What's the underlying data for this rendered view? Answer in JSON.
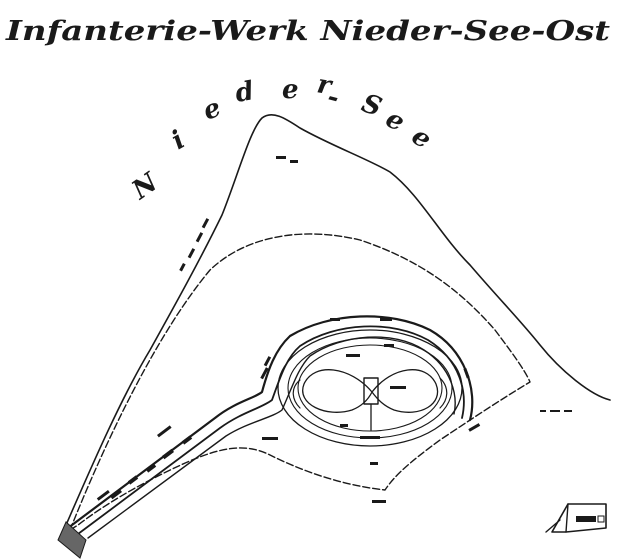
{
  "map": {
    "title": "Infanterie-Werk Nieder-See-Ost",
    "lake_label_letters": [
      "N",
      "i",
      "e",
      "d",
      "e",
      "r",
      "-",
      "S",
      "e",
      "e"
    ],
    "colors": {
      "ink": "#1a1a1a",
      "paper": "#ffffff"
    }
  },
  "legend": {
    "icon": "bunker-icon"
  }
}
